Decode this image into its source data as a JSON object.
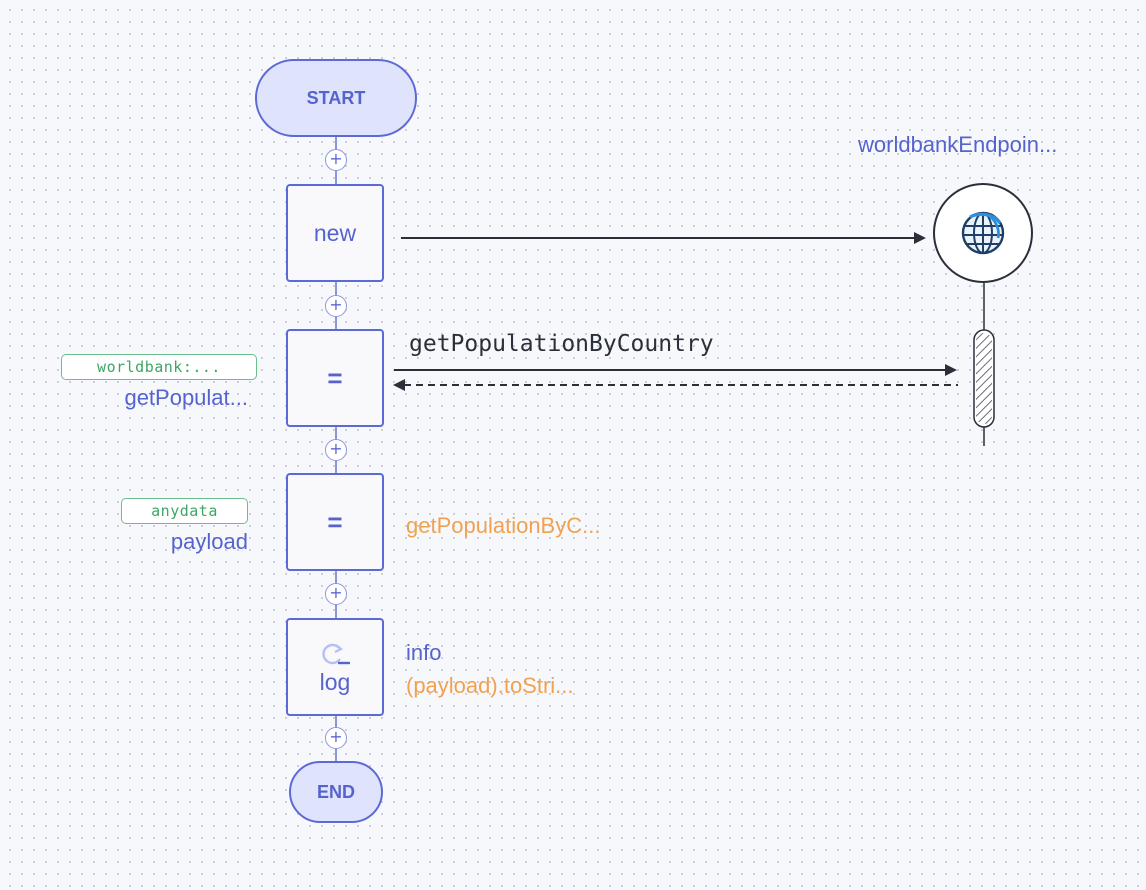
{
  "flow": {
    "start_label": "START",
    "end_label": "END",
    "add_symbol": "+",
    "nodes": [
      {
        "label": "new"
      },
      {
        "label": "="
      },
      {
        "label": "="
      },
      {
        "label": "log"
      }
    ]
  },
  "variables": {
    "v1": {
      "type": "worldbank:...",
      "name": "getPopulat..."
    },
    "v2": {
      "type": "anydata",
      "name": "payload"
    }
  },
  "endpoint": {
    "name": "worldbankEndpoin...",
    "icon": "globe-icon",
    "action": "getPopulationByCountry"
  },
  "expressions": {
    "assign_value": "getPopulationByC...",
    "log_level": "info",
    "log_value": "(payload).toStri..."
  },
  "colors": {
    "accent": "#5b6ad6",
    "terminal_fill": "#dfe3fb",
    "type_tag": "#3ea665",
    "expression": "#f0a251",
    "arrow": "#2b2f3a"
  }
}
